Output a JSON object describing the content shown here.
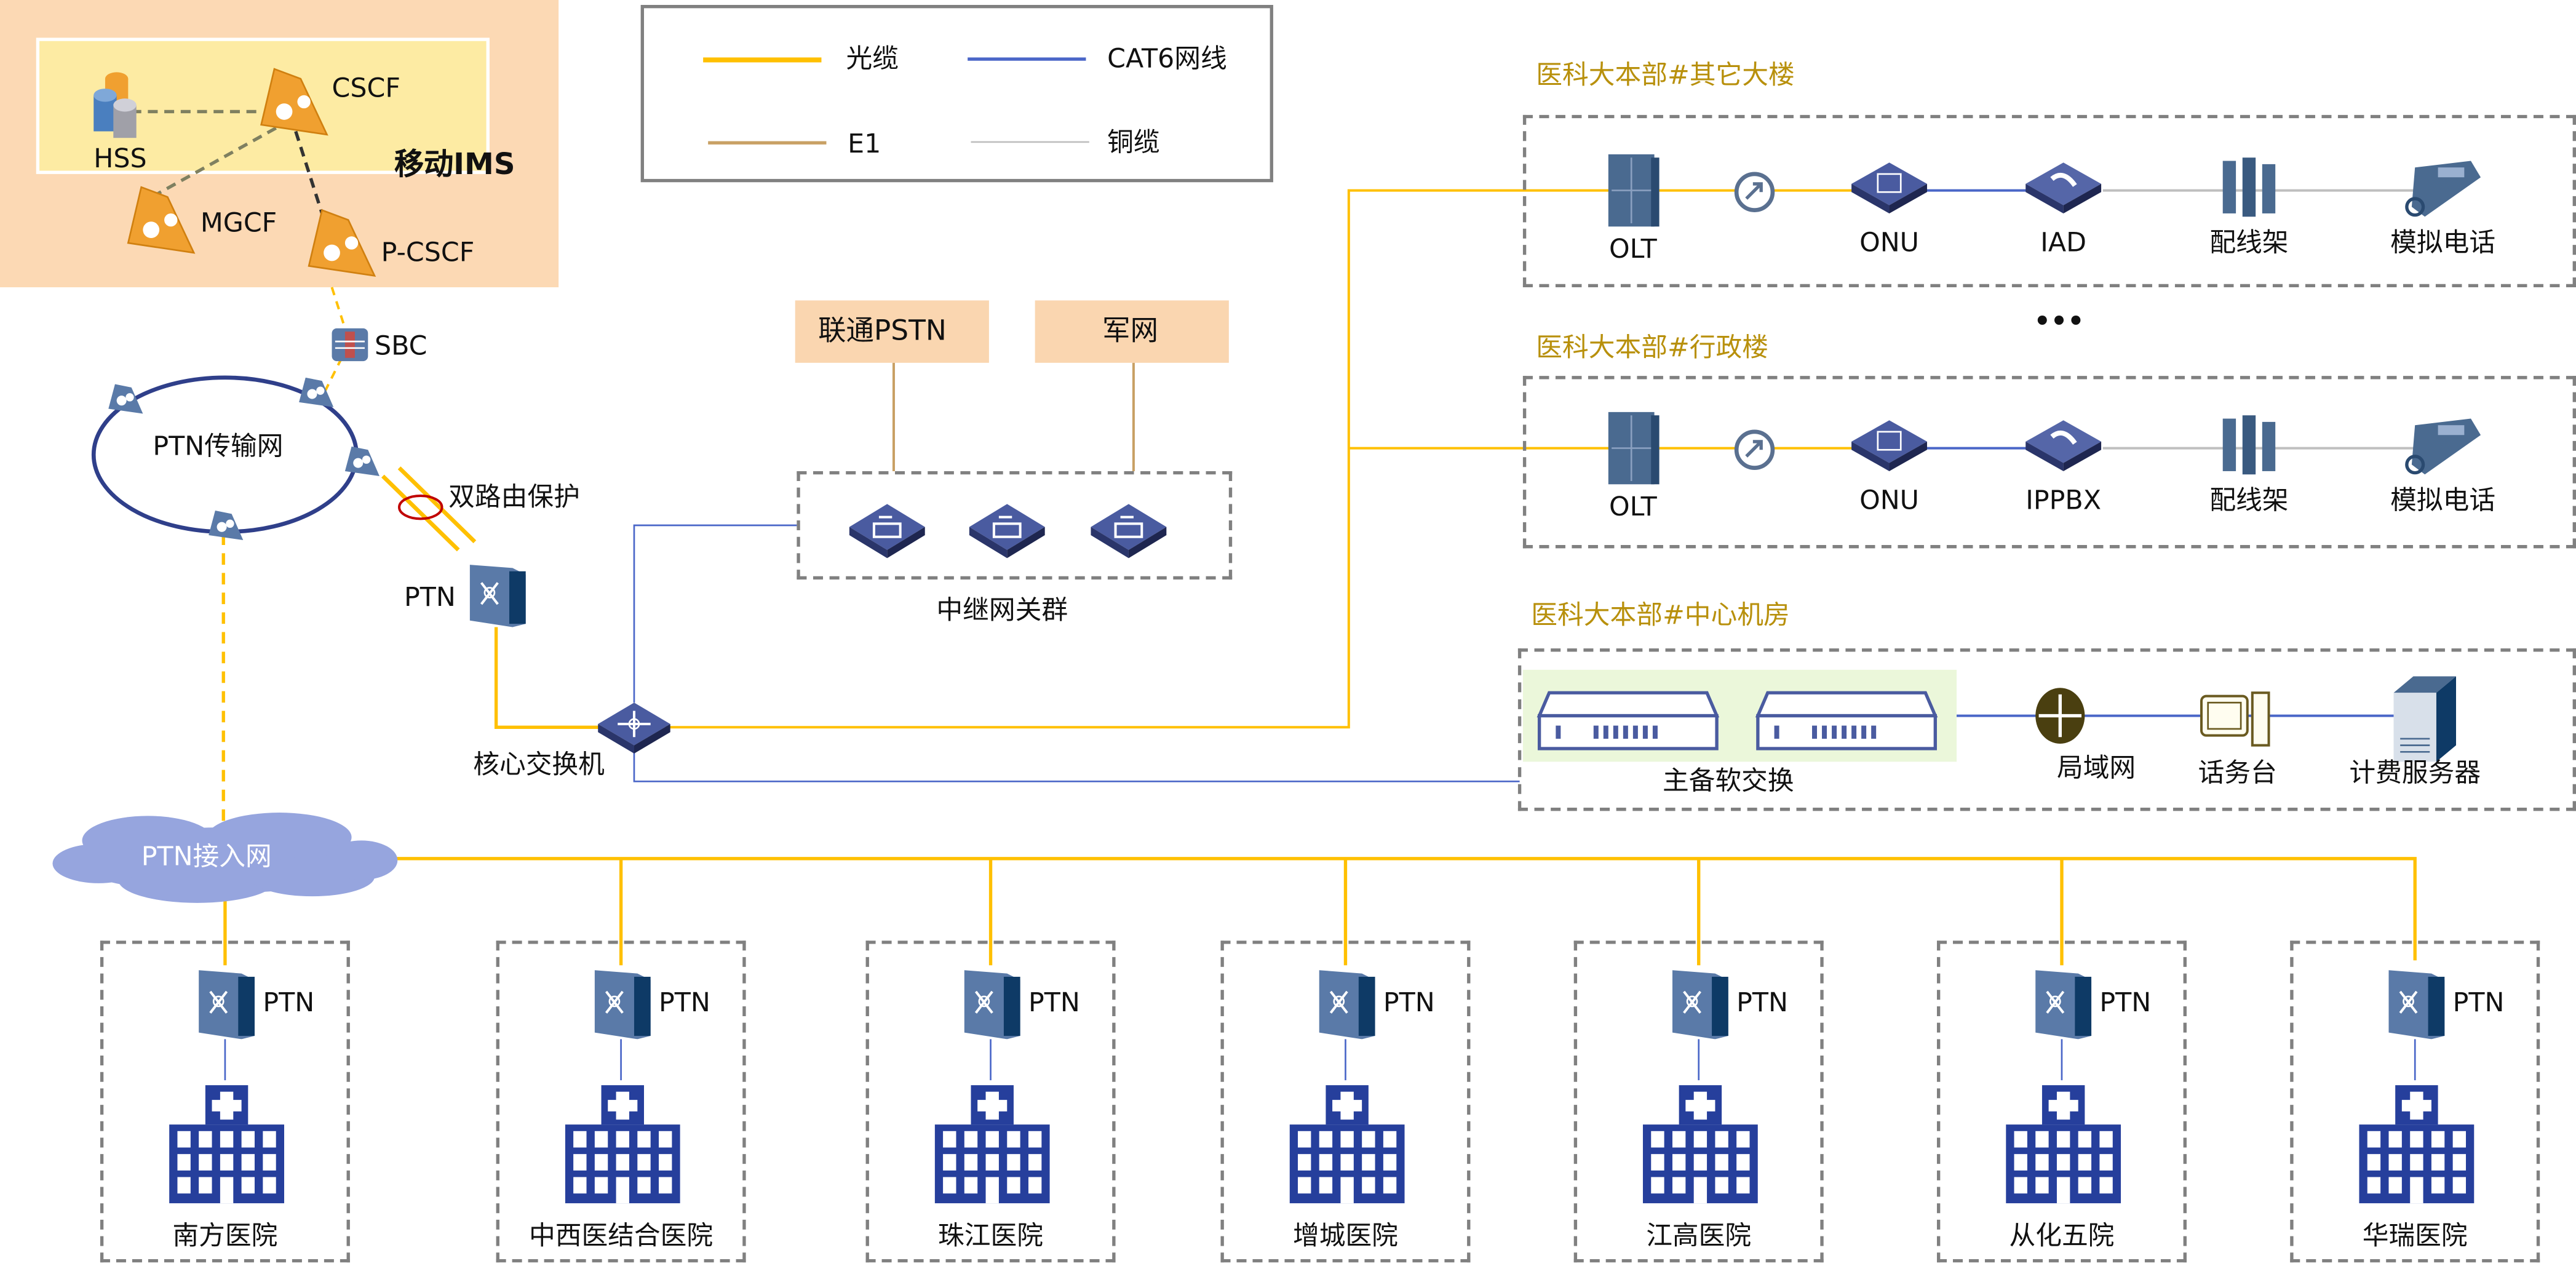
{
  "legend": {
    "items": [
      {
        "label": "光缆",
        "color": "#FFC000"
      },
      {
        "label": "CAT6网线",
        "color": "#4A66C8"
      },
      {
        "label": "E1",
        "color": "#C8A064"
      },
      {
        "label": "铜缆",
        "color": "#BFBFBF"
      }
    ]
  },
  "ims": {
    "title": "移动IMS",
    "nodes": {
      "hss": "HSS",
      "cscf": "CSCF",
      "mgcf": "MGCF",
      "pcscf": "P-CSCF"
    }
  },
  "core": {
    "sbc": "SBC",
    "ptn_ring": "PTN传输网",
    "dual_route": "双路由保护",
    "ptn": "PTN",
    "core_switch": "核心交换机",
    "access_cloud": "PTN接入网"
  },
  "trunk": {
    "pstn": "联通PSTN",
    "military": "军网",
    "gateway_group": "中继网关群"
  },
  "buildings": [
    {
      "title": "医科大本部#其它大楼",
      "devices": [
        "OLT",
        "ONU",
        "IAD",
        "配线架",
        "模拟电话"
      ]
    },
    {
      "title": "医科大本部#行政楼",
      "devices": [
        "OLT",
        "ONU",
        "IPPBX",
        "配线架",
        "模拟电话"
      ]
    }
  ],
  "ellipsis": "•••",
  "center_room": {
    "title": "医科大本部#中心机房",
    "softswitch": "主备软交换",
    "lan": "局域网",
    "console": "话务台",
    "billing": "计费服务器"
  },
  "hospitals": [
    {
      "name": "南方医院",
      "device": "PTN"
    },
    {
      "name": "中西医结合医院",
      "device": "PTN"
    },
    {
      "name": "珠江医院",
      "device": "PTN"
    },
    {
      "name": "增城医院",
      "device": "PTN"
    },
    {
      "name": "江高医院",
      "device": "PTN"
    },
    {
      "name": "从化五院",
      "device": "PTN"
    },
    {
      "name": "华瑞医院",
      "device": "PTN"
    }
  ]
}
